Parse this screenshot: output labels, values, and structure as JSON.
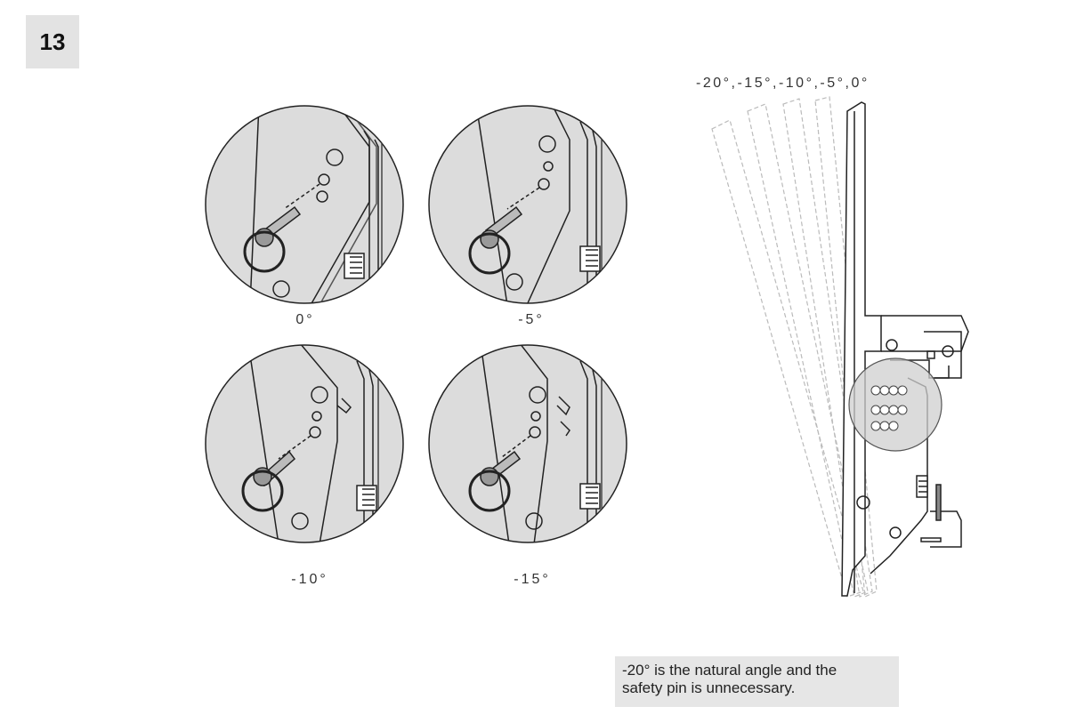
{
  "step": {
    "number": "13"
  },
  "details": [
    {
      "caption": "0°"
    },
    {
      "caption": "-5°"
    },
    {
      "caption": "-10°"
    },
    {
      "caption": "-15°"
    }
  ],
  "overview": {
    "angles_label": "-20°,-15°,-10°,-5°,0°"
  },
  "note": {
    "line1": "-20° is the natural angle and the",
    "line2": "safety pin is unnecessary."
  }
}
